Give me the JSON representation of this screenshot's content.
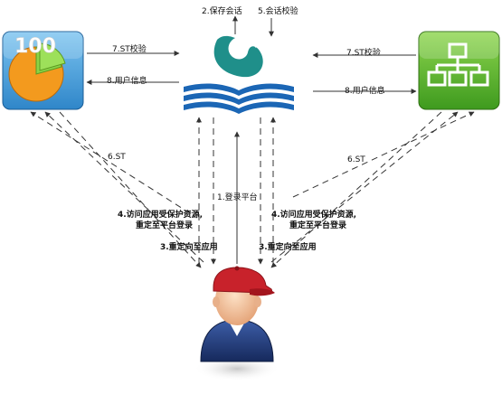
{
  "nodes": {
    "app_left": {
      "icon": "pie-chart-100-icon",
      "text": "100"
    },
    "platform": {
      "icon": "book-logo-icon"
    },
    "app_right": {
      "icon": "network-org-chart-icon"
    },
    "user": {
      "icon": "user-avatar-icon"
    }
  },
  "labels": {
    "save_session": "2.保存会话",
    "session_check": "5.会话校验",
    "st_check_left": "7.ST校验",
    "user_info_left": "8.用户信息",
    "st_check_right": "7.ST校验",
    "user_info_right": "8.用户信息",
    "st_left": "6.ST",
    "st_right": "6.ST",
    "login_platform": "1.登录平台",
    "access_left_line1": "4.访问应用受保护资源,",
    "access_left_line2": "重定至平台登录",
    "access_right_line1": "4.访问应用受保护资源,",
    "access_right_line2": "重定至平台登录",
    "redirect_left": "3.重定向至应用",
    "redirect_right": "3.重定向至应用"
  },
  "colors": {
    "left_tile": "#4aa3df",
    "right_tile": "#5cb82c",
    "logo_teal": "#1f8f8a",
    "logo_blue": "#1b66b5",
    "arrow": "#333333"
  }
}
